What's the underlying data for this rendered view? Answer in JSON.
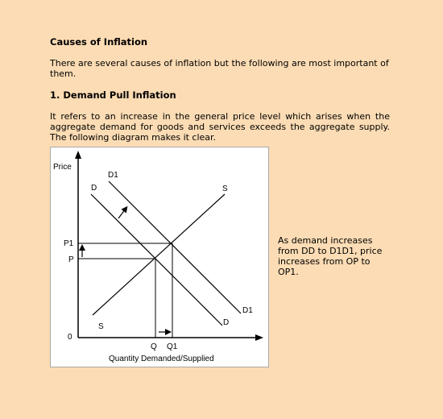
{
  "article": {
    "heading": "Causes of Inflation",
    "intro": "There are several causes of inflation but the following are most important of them.",
    "section_heading": "1. Demand Pull Inflation",
    "section_text": "It refers to an increase in the general price level which arises when the aggregate demand for goods and services exceeds the aggregate supply. The following diagram makes it clear.",
    "side_note": "As demand increases from DD to D1D1, price increases from OP to OP1."
  },
  "diagram": {
    "y_axis_label": "Price",
    "x_axis_label": "Quantity Demanded/Supplied",
    "origin_label": "0",
    "label_P1": "P1",
    "label_P": "P",
    "label_Q": "Q",
    "label_Q1": "Q1",
    "label_D_top": "D",
    "label_D_bottom": "D",
    "label_D1_top": "D1",
    "label_D1_bottom": "D1",
    "label_S_top": "S",
    "label_S_bottom": "S"
  }
}
